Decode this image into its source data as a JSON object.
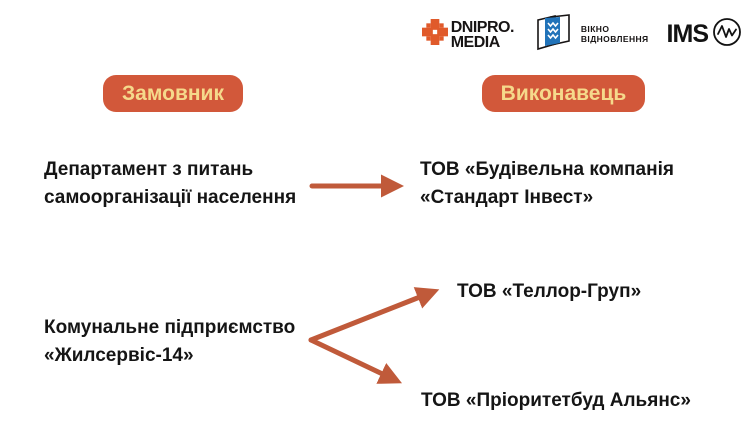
{
  "logos": {
    "dnipro": {
      "line1": "DNIPRO.",
      "line2": "MEDIA"
    },
    "vikno": {
      "line1": "ВІКНО",
      "line2": "ВІДНОВЛЕННЯ"
    },
    "ims": {
      "label": "IMS"
    }
  },
  "badges": {
    "customer": "Замовник",
    "contractor": "Виконавець"
  },
  "rows": {
    "row1": {
      "customer_line1": "Департамент з питань",
      "customer_line2": "самоорганізації населення",
      "contractor_line1": "ТОВ «Будівельна компанія",
      "contractor_line2": "«Стандарт Інвест»"
    },
    "row2": {
      "customer_line1": "Комунальне підприємство",
      "customer_line2": "«Жилсервіс-14»",
      "contractor1": "ТОВ «Теллор-Груп»",
      "contractor2": "ТОВ «Пріоритетбуд Альянс»"
    }
  },
  "colors": {
    "badge_bg": "#D2583A",
    "badge_text": "#F5D98B",
    "arrow": "#C05A3A",
    "dnipro_orange": "#E05A2B",
    "vikno_blue": "#2173B9",
    "text": "#151515"
  }
}
